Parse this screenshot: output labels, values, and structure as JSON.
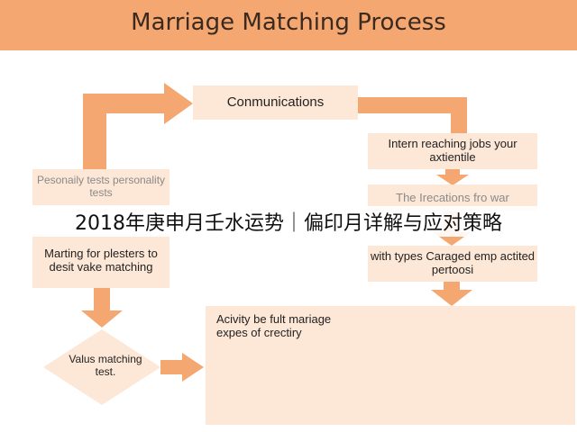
{
  "header": {
    "title": "Marriage Matching Process"
  },
  "nodes": {
    "communications": "Conmunications",
    "intern": "Intern reaching jobs your axtientile",
    "irregations": "The Irecations fro war",
    "types": "with types Caraged emp actited pertoosi",
    "personality": "Pesonaily tests personality tests",
    "matching": "Marting for plesters to desit vake matching",
    "values": "Valus matching test.",
    "activity": "Acivity be fult mariage expes of crectiry"
  },
  "overlay": {
    "text": "2018年庚申月壬水运势｜偏印月详解与应对策略"
  },
  "colors": {
    "accent": "#f4a771",
    "box_fill": "#fde7d6",
    "figure": "#f08a3d"
  }
}
